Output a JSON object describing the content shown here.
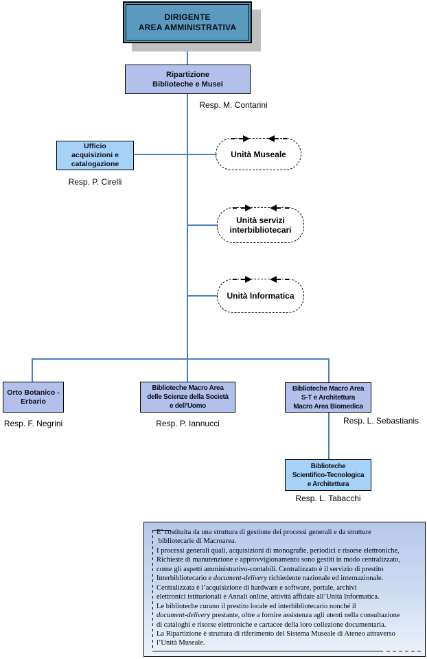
{
  "palette": {
    "line": "#4a7ebc",
    "dirigente_fill": "#5b9abf",
    "periwinkle": "#b3c0ec",
    "skyblue": "#a6d2f8",
    "shadow": "#bfbfbf",
    "textbox_top": "#b6c8eb",
    "textbox_bottom": "#eef3fb"
  },
  "nodes": {
    "dirigente": {
      "label": "DIRIGENTE\nAREA AMMINISTRATIVA"
    },
    "ripartizione": {
      "label": "Ripartizione\nBiblioteche e Musei",
      "resp": "Resp. M. Contarini"
    },
    "ufficio": {
      "label": "Ufficio\nacquisizioni e\ncatalogazione",
      "resp": "Resp. P. Cirelli"
    },
    "unita_museale": {
      "label": "Unità Museale"
    },
    "unita_servizi": {
      "label": "Unità servizi\ninterbibliotecari"
    },
    "unita_informatica": {
      "label": "Unità Informatica"
    },
    "orto_botanico": {
      "label": "Orto Botanico -\nErbario",
      "resp": "Resp. F. Negrini"
    },
    "biblio_ssu": {
      "label": "Biblioteche Macro Area\ndelle Scienze della Società\ne dell'Uomo",
      "resp": "Resp. P. Iannucci"
    },
    "biblio_st": {
      "label": "Biblioteche Macro Area\nS-T e Architettura\nMacro Area Biomedica",
      "resp": "Resp. L. Sebastianis"
    },
    "biblio_sta": {
      "label": "Biblioteche\nScientifico-Tecnologica\ne Architettura",
      "resp": "Resp. L. Tabacchi"
    }
  },
  "description": {
    "lines": [
      [
        {
          "t": "E’ costituita da una struttura di gestione dei processi generali e da strutture"
        }
      ],
      [
        {
          "t": " bibliotecarie di Macroarea."
        }
      ],
      [
        {
          "t": "I processi generali quali, acquisizioni di monografie, periodici e risorse elettroniche,"
        }
      ],
      [
        {
          "t": "Richieste di manutenzione e approvvigionamento sono gestiti in modo centralizzato,"
        }
      ],
      [
        {
          "t": "come gli aspetti amministrativo-contabili. Centralizzato è il servizio di prestito"
        }
      ],
      [
        {
          "t": "Interbibliotecario e "
        },
        {
          "t": "document-delivery",
          "i": true
        },
        {
          "t": " richiedente nazionale ed internazionale."
        }
      ],
      [
        {
          "t": "Centralizzata è l’acquisizione di hardware e software, portale, archivi"
        }
      ],
      [
        {
          "t": "elettronici istituzionali e Annali online, attività affidate all’Unità Informatica."
        }
      ],
      [
        {
          "t": "Le biblioteche curano il prestito locale ed interbibliotecario nonché il"
        }
      ],
      [
        {
          "t": "document-delivery",
          "i": true
        },
        {
          "t": " prestante, oltre a fornire assistenza agli utenti nella consultazione"
        }
      ],
      [
        {
          "t": "di cataloghi e risorse elettroniche e cartacee della loro collezione documentaria."
        }
      ],
      [
        {
          "t": "La Ripartizione è struttura di riferimento del Sistema Museale di Ateneo attraverso"
        }
      ],
      [
        {
          "t": "l’Unità Museale."
        }
      ]
    ]
  }
}
